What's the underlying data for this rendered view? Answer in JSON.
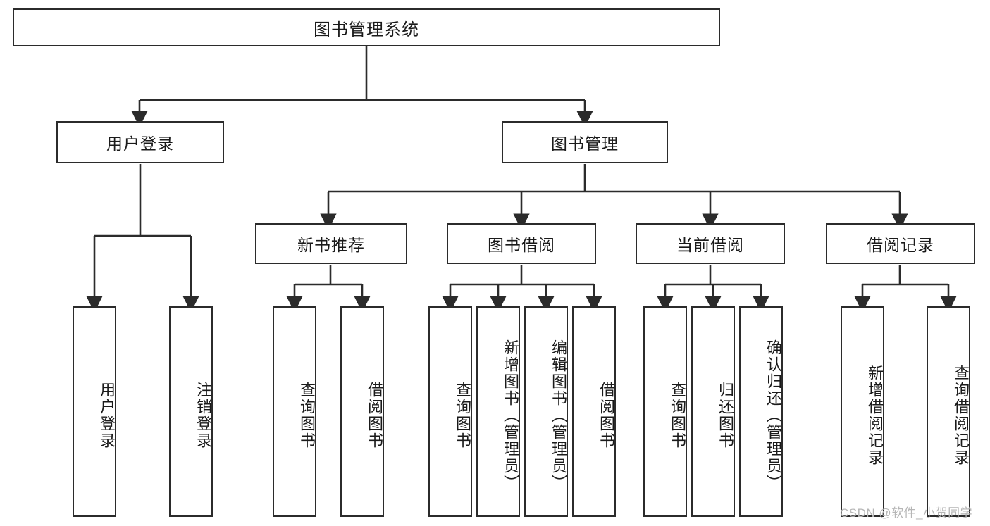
{
  "diagram": {
    "title": "图书管理系统",
    "watermark": "CSDN @软件_小贺同学",
    "line_color": "#2b2b2b",
    "box_fill": "#ffffff",
    "text_color": "#1a1a1a",
    "nodes": {
      "root": "图书管理系统",
      "level2": {
        "user_login": "用户登录",
        "book_manage": "图书管理"
      },
      "level3": {
        "new_book_recommend": "新书推荐",
        "book_borrow": "图书借阅",
        "current_borrow": "当前借阅",
        "borrow_record": "借阅记录"
      },
      "leaves": {
        "user_login_1": "用户登录",
        "user_login_2": "注销登录",
        "new_book_1": "查询图书",
        "new_book_2": "借阅图书",
        "book_borrow_1": "查询图书",
        "book_borrow_2": "新增图书（管理员）",
        "book_borrow_3": "编辑图书（管理员）",
        "book_borrow_4": "借阅图书",
        "current_borrow_1": "查询图书",
        "current_borrow_2": "归还图书",
        "current_borrow_3": "确认归还（管理员）",
        "borrow_record_1": "新增借阅记录",
        "borrow_record_2": "查询借阅记录"
      }
    }
  }
}
